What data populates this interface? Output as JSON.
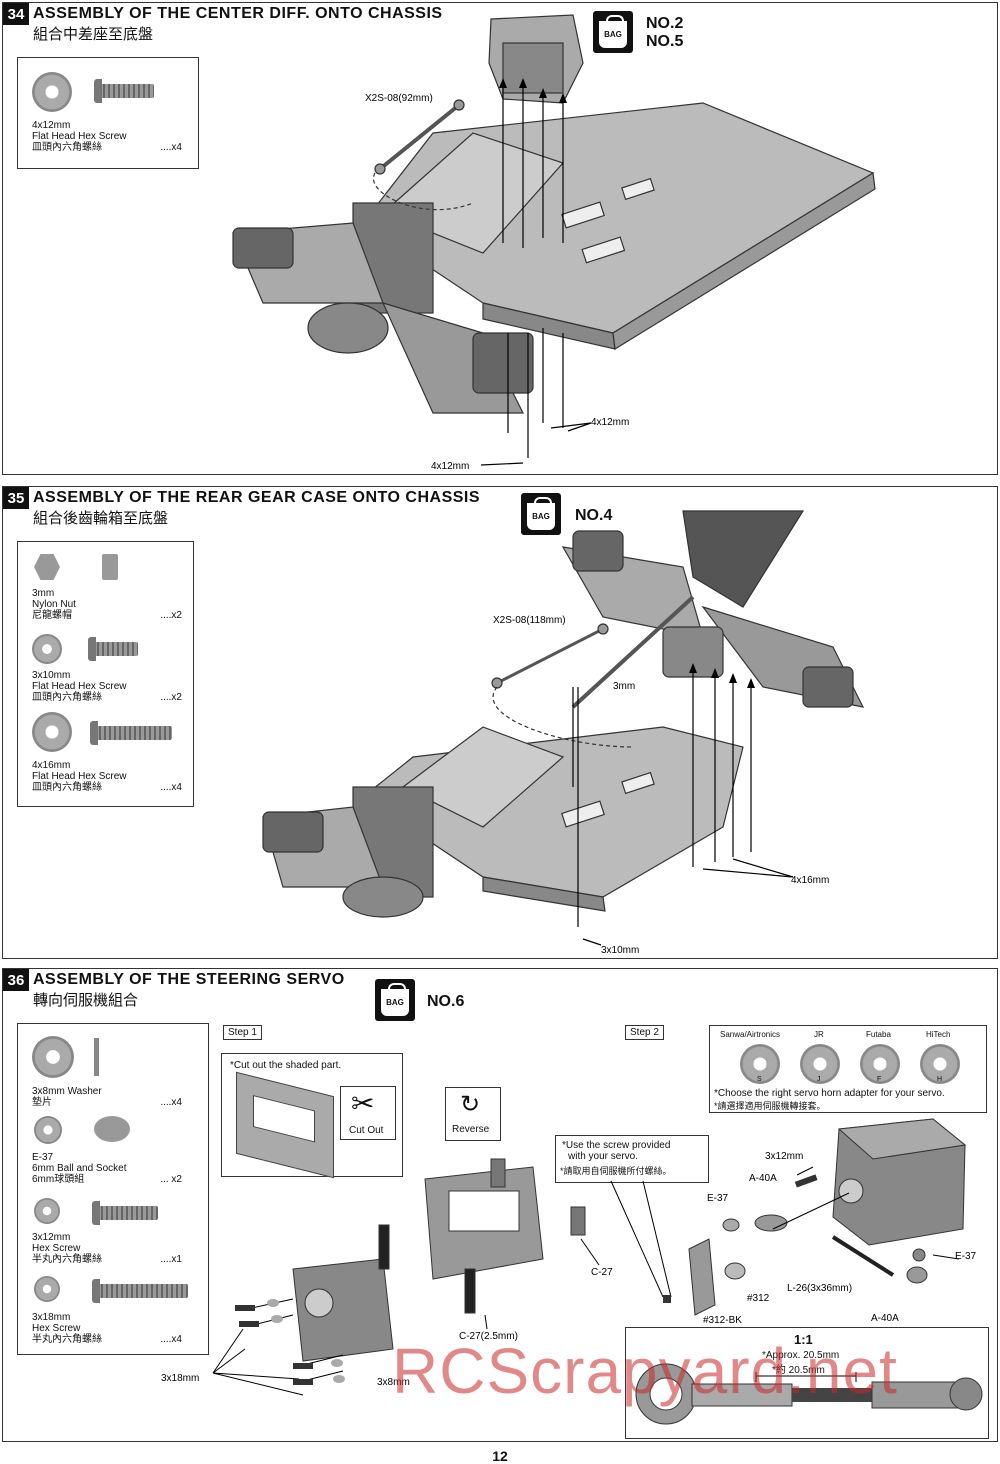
{
  "page_number": "12",
  "watermark": "RCScrapyard.net",
  "bag_label": "BAG",
  "s34": {
    "num": "34",
    "title_en": "ASSEMBLY OF THE CENTER DIFF. ONTO CHASSIS",
    "title_cn": "組合中差座至底盤",
    "bag_no_1": "NO.2",
    "bag_no_2": "NO.5",
    "parts": [
      {
        "size": "4x12mm",
        "name": "Flat Head Hex Screw",
        "cn": "皿頭內六角螺絲",
        "qty": "....x4"
      }
    ],
    "callouts": {
      "shaft": "X2S-08(92mm)",
      "screw_a": "4x12mm",
      "screw_b": "4x12mm"
    }
  },
  "s35": {
    "num": "35",
    "title_en": "ASSEMBLY OF THE REAR GEAR CASE ONTO CHASSIS",
    "title_cn": "組合後齒輪箱至底盤",
    "bag_no_1": "NO.4",
    "parts": [
      {
        "size": "3mm",
        "name": "Nylon Nut",
        "cn": "尼龍螺帽",
        "qty": "....x2"
      },
      {
        "size": "3x10mm",
        "name": "Flat Head Hex Screw",
        "cn": "皿頭內六角螺絲",
        "qty": "....x2"
      },
      {
        "size": "4x16mm",
        "name": "Flat Head Hex Screw",
        "cn": "皿頭內六角螺絲",
        "qty": "....x4"
      }
    ],
    "callouts": {
      "shaft": "X2S-08(118mm)",
      "nut": "3mm",
      "screw_a": "4x16mm",
      "screw_b": "3x10mm"
    }
  },
  "s36": {
    "num": "36",
    "title_en": "ASSEMBLY OF THE STEERING SERVO",
    "title_cn": "轉向伺服機組合",
    "bag_no_1": "NO.6",
    "parts": [
      {
        "size": "3x8mm",
        "name": "Washer",
        "cn": "墊片",
        "qty": "....x4"
      },
      {
        "size": "E-37",
        "name": "6mm Ball and Socket",
        "cn": "6mm球頭組",
        "qty": "... x2"
      },
      {
        "size": "3x12mm",
        "name": "Hex Screw",
        "cn": "半丸內六角螺絲",
        "qty": "....x1"
      },
      {
        "size": "3x18mm",
        "name": "Hex Screw",
        "cn": "半丸內六角螺絲",
        "qty": "....x4"
      }
    ],
    "step1": {
      "label": "Step 1",
      "note": "*Cut out the shaded part.",
      "cut_label": "Cut Out",
      "reverse_label": "Reverse",
      "c27": "C-27",
      "c27_2": "C-27(2.5mm)",
      "screw_3x18": "3x18mm",
      "washer_3x8": "3x8mm"
    },
    "step2": {
      "label": "Step 2",
      "brands": [
        "Sanwa/Airtronics",
        "JR",
        "Futaba",
        "HiTech"
      ],
      "brand_letters": [
        "S",
        "J",
        "F",
        "H"
      ],
      "horn_note_en": "*Choose the right servo horn adapter for your servo.",
      "horn_note_cn": "*請選擇適用伺服機轉接套。",
      "screw_note_en_1": "*Use the screw provided",
      "screw_note_en_2": "with your servo.",
      "screw_note_cn": "*請取用自伺服機所付螺絲。",
      "a40a_1": "A-40A",
      "a40a_2": "A-40A",
      "e37_1": "E-37",
      "e37_2": "E-37",
      "screw_3x12": "3x12mm",
      "p312": "#312",
      "p312bk": "#312-BK",
      "l26": "L-26(3x36mm)",
      "scale": "1:1",
      "approx_en": "*Approx. 20.5mm",
      "approx_cn": "*約 20.5mm"
    }
  }
}
